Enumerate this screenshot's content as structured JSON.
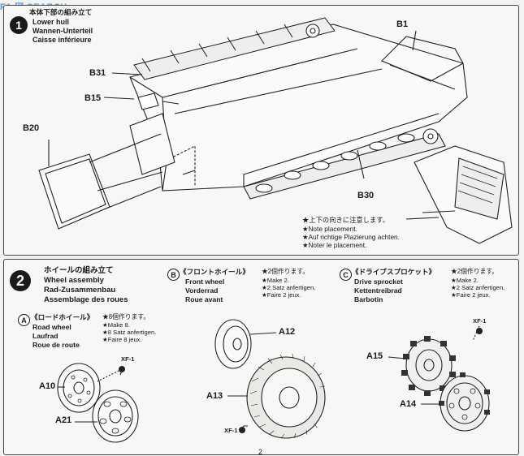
{
  "watermark": "FA   网 SEARCH",
  "step1": {
    "title_jp": "本体下部の組み立て",
    "title_en": "Lower hull",
    "title_de": "Wannen-Unterteil",
    "title_fr": "Caisse inférieure",
    "parts": {
      "b1": "B1",
      "b31": "B31",
      "b15": "B15",
      "b20": "B20",
      "b30": "B30"
    },
    "note_jp": "★上下の向きに注意します。",
    "note_en": "★Note placement.",
    "note_de": "★Auf richtige Plazierung achten.",
    "note_fr": "★Noter le placement."
  },
  "step2": {
    "number": "2",
    "title_jp": "ホイールの組み立て",
    "title_en": "Wheel assembly",
    "title_de": "Rad-Zusammenbau",
    "title_fr": "Assemblage des roues",
    "road_wheel": {
      "badge": "A",
      "title_jp": "《ロードホイール》",
      "qty_jp": "★8個作ります。",
      "name_en": "Road wheel",
      "name_de": "Laufrad",
      "name_fr": "Roue de route",
      "make_en": "★Make 8.",
      "make_de": "★8 Satz anfertigen.",
      "make_fr": "★Faire 8 jeux.",
      "parts": {
        "a10": "A10",
        "a21": "A21",
        "xf": "XF-1"
      }
    },
    "front_wheel": {
      "badge": "B",
      "title_jp": "《フロントホイール》",
      "qty_jp": "★2個作ります。",
      "name_en": "Front wheel",
      "name_de": "Vorderrad",
      "name_fr": "Roue avant",
      "make_en": "★Make 2.",
      "make_de": "★2 Satz anfertigen.",
      "make_fr": "★Faire 2 jeux.",
      "parts": {
        "a12": "A12",
        "a13": "A13",
        "xf": "XF-1"
      }
    },
    "drive_sprocket": {
      "badge": "C",
      "title_jp": "《ドライブスプロケット》",
      "qty_jp": "★2個作ります。",
      "name_en": "Drive sprocket",
      "name_de": "Kettentreibrad",
      "name_fr": "Barbotin",
      "make_en": "★Make 2.",
      "make_de": "★2 Satz anfertigen.",
      "make_fr": "★Faire 2 jeux.",
      "parts": {
        "a15": "A15",
        "a14": "A14",
        "xf": "XF-1"
      }
    }
  },
  "page_number": "2"
}
